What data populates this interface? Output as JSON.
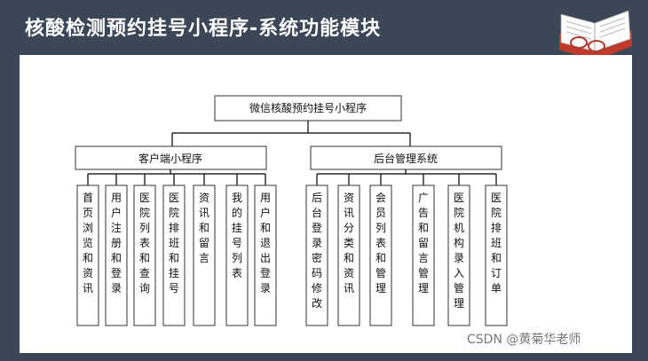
{
  "slide": {
    "title": "核酸检测预约挂号小程序-系统功能模块",
    "icon": "open-book-with-glasses-icon",
    "watermark": "CSDN @黄菊华老师"
  },
  "colors": {
    "background": "#3b4656",
    "canvas": "#ffffff",
    "line": "#000000",
    "box_border": "#333333"
  },
  "diagram": {
    "root": "微信核酸预约挂号小程序",
    "branches": [
      {
        "label": "客户端小程序",
        "leaves": [
          "首页浏览和资讯",
          "用户注册和登录",
          "医院列表和查询",
          "医院排班和挂号",
          "资讯和留言",
          "我的挂号列表",
          "用户和退出登录"
        ]
      },
      {
        "label": "后台管理系统",
        "leaves": [
          "后台登录密码修改",
          "资讯分类和资讯",
          "会员列表和管理",
          "广告和留言管理",
          "医院机构录入管理",
          "医院排班和订单"
        ]
      }
    ]
  }
}
